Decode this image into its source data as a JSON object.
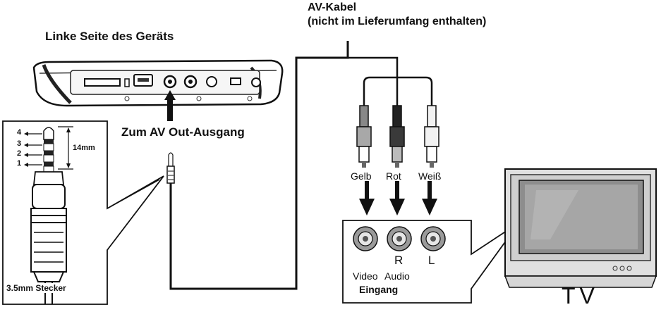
{
  "cable": {
    "title_line1": "AV-Kabel",
    "title_line2": "(nicht im Lieferumfang enthalten)"
  },
  "device": {
    "side_label": "Linke Seite des Geräts",
    "output_label": "Zum AV Out-Ausgang"
  },
  "plug": {
    "pin_numbers": [
      "4",
      "3",
      "2",
      "1"
    ],
    "length_label": "14mm",
    "caption": "3.5mm Stecker"
  },
  "rca_plugs": [
    {
      "label": "Gelb",
      "color": "#a8a8a8"
    },
    {
      "label": "Rot",
      "color": "#3a3a3a"
    },
    {
      "label": "Weiß",
      "color": "#f2f2f2"
    }
  ],
  "input_panel": {
    "jack_letters": [
      "R",
      "L"
    ],
    "video_label": "Video",
    "audio_label": "Audio",
    "caption": "Eingang"
  },
  "tv": {
    "label": "TV"
  }
}
